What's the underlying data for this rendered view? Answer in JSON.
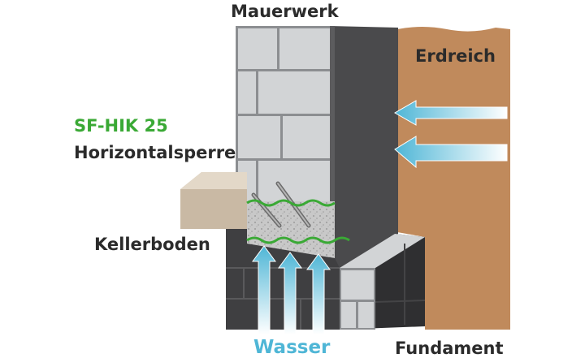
{
  "labels": {
    "mauerwerk": "Mauerwerk",
    "erdreich": "Erdreich",
    "product": "SF-HIK 25",
    "horizontalsperre": "Horizontalsperre",
    "kellerboden": "Kellerboden",
    "wasser": "Wasser",
    "fundament": "Fundament"
  },
  "colors": {
    "product_green": "#3aa935",
    "water_blue": "#4fb6d6",
    "soil": "#c08a5c",
    "wall_dark": "#4a4a4c",
    "brick": "#d2d4d6",
    "floor_slab": "#c9b9a4",
    "foundation": "#3f3f41"
  }
}
